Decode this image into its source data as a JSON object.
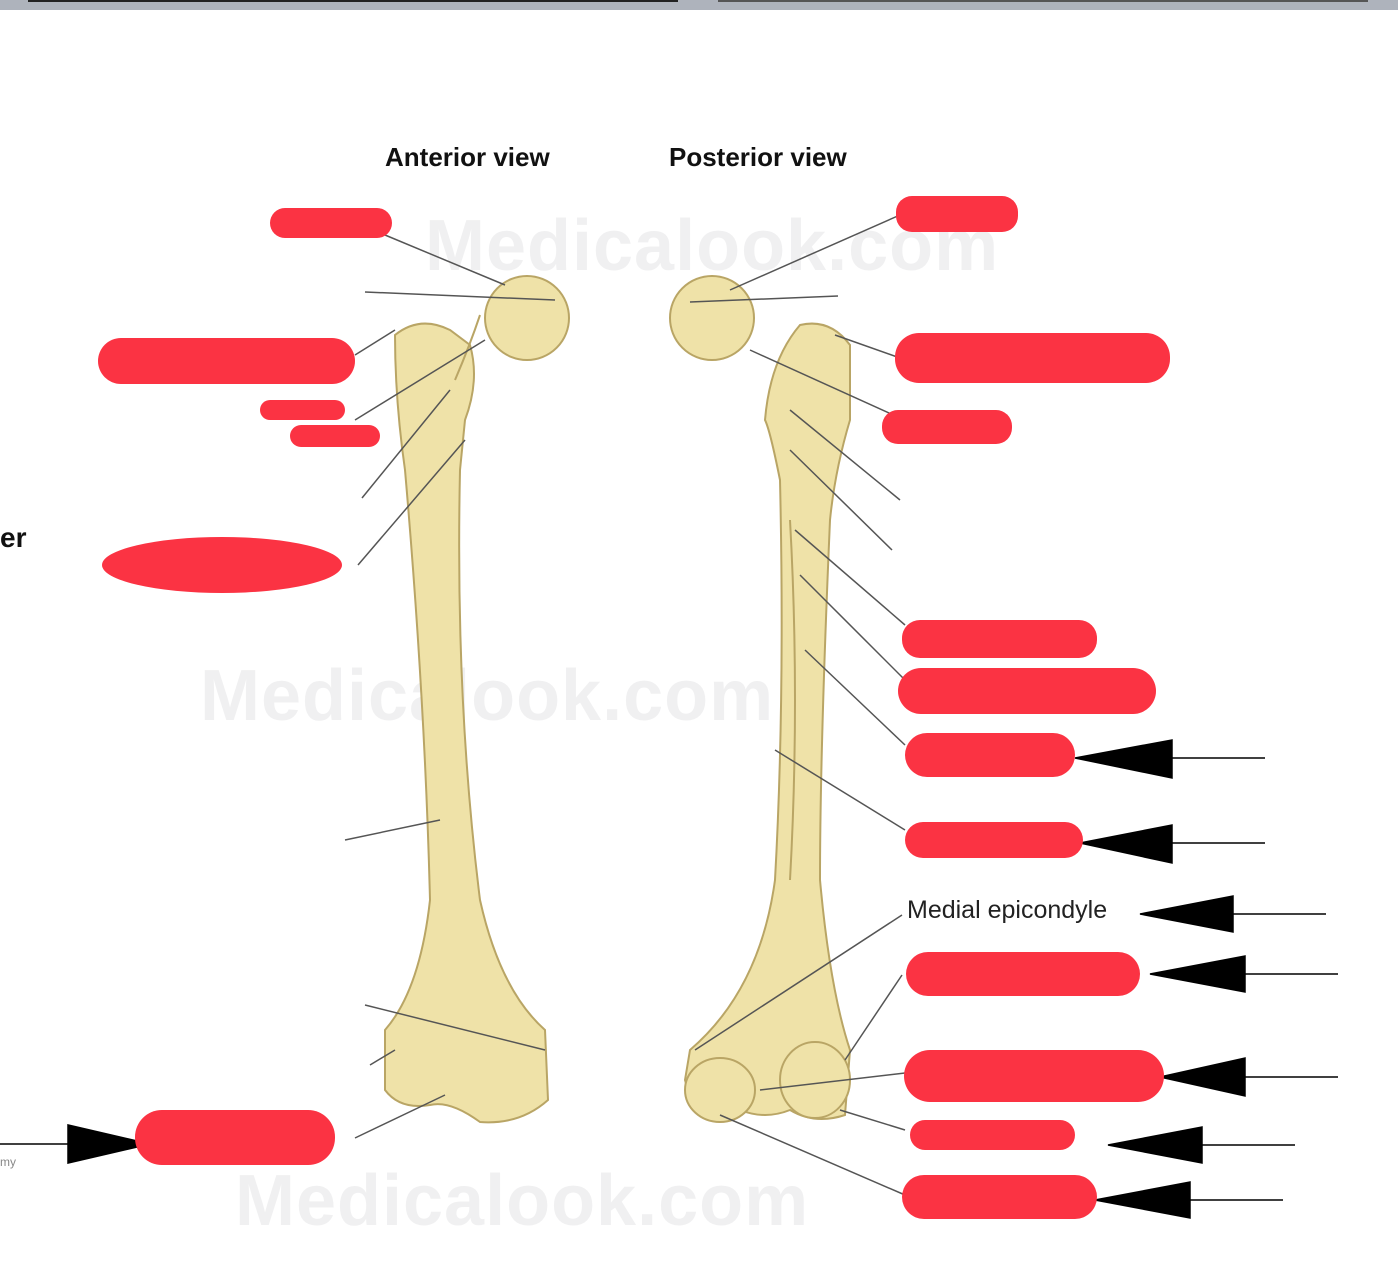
{
  "titles": {
    "anterior": "Anterior view",
    "posterior": "Posterior view"
  },
  "labels": {
    "medial_epicondyle": "Medial epicondyle",
    "partial_left": "er",
    "partial_credit": "my"
  },
  "watermark": "Medicalook.com",
  "colors": {
    "bone": "#efe2a8",
    "bone_shade": "#d6c27a",
    "redaction": "#fb3343",
    "arrow": "#000000"
  }
}
